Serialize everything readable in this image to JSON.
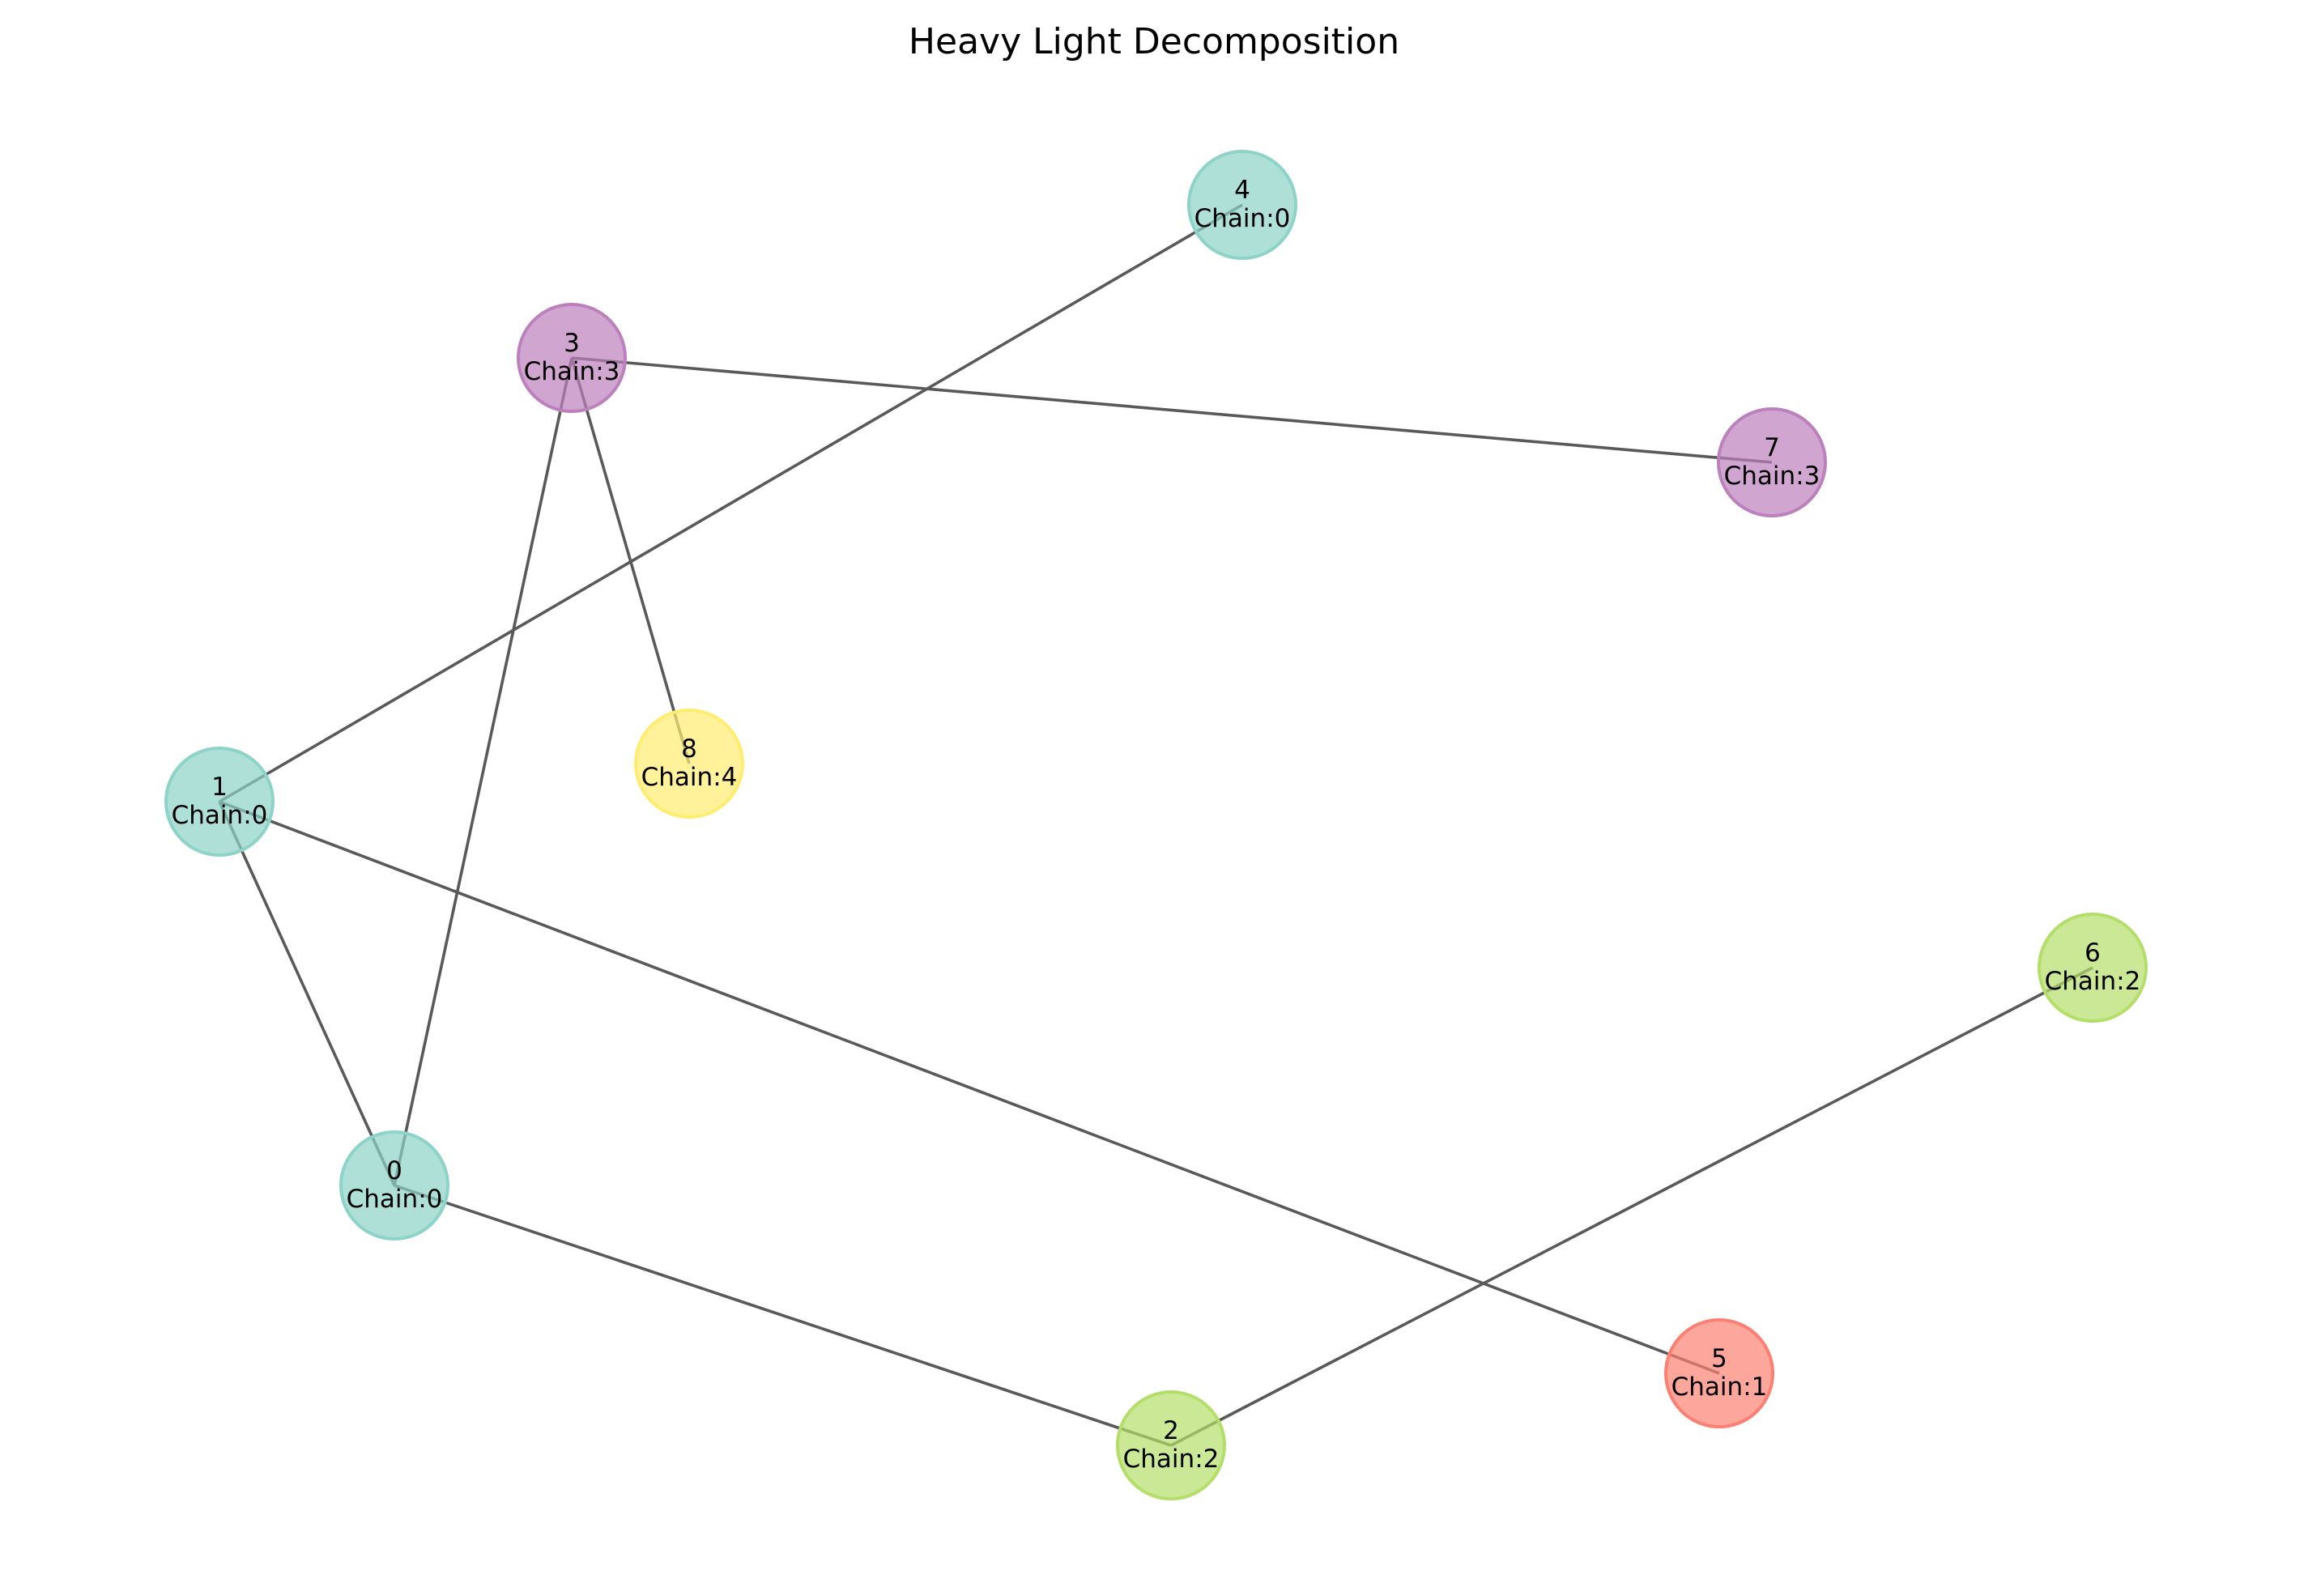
{
  "title": "Heavy Light Decomposition",
  "chain_colors": {
    "0": "#8dd3c7",
    "1": "#fb8072",
    "2": "#b3de69",
    "3": "#bc80bd",
    "4": "#ffed6f"
  },
  "nodes": [
    {
      "id": "0",
      "chain_label": "Chain:0",
      "chain": "0"
    },
    {
      "id": "1",
      "chain_label": "Chain:0",
      "chain": "0"
    },
    {
      "id": "2",
      "chain_label": "Chain:2",
      "chain": "2"
    },
    {
      "id": "3",
      "chain_label": "Chain:3",
      "chain": "3"
    },
    {
      "id": "4",
      "chain_label": "Chain:0",
      "chain": "0"
    },
    {
      "id": "5",
      "chain_label": "Chain:1",
      "chain": "1"
    },
    {
      "id": "6",
      "chain_label": "Chain:2",
      "chain": "2"
    },
    {
      "id": "7",
      "chain_label": "Chain:3",
      "chain": "3"
    },
    {
      "id": "8",
      "chain_label": "Chain:4",
      "chain": "4"
    }
  ],
  "edges": [
    [
      "0",
      "1"
    ],
    [
      "0",
      "2"
    ],
    [
      "0",
      "3"
    ],
    [
      "1",
      "4"
    ],
    [
      "1",
      "5"
    ],
    [
      "2",
      "6"
    ],
    [
      "3",
      "7"
    ],
    [
      "3",
      "8"
    ]
  ]
}
